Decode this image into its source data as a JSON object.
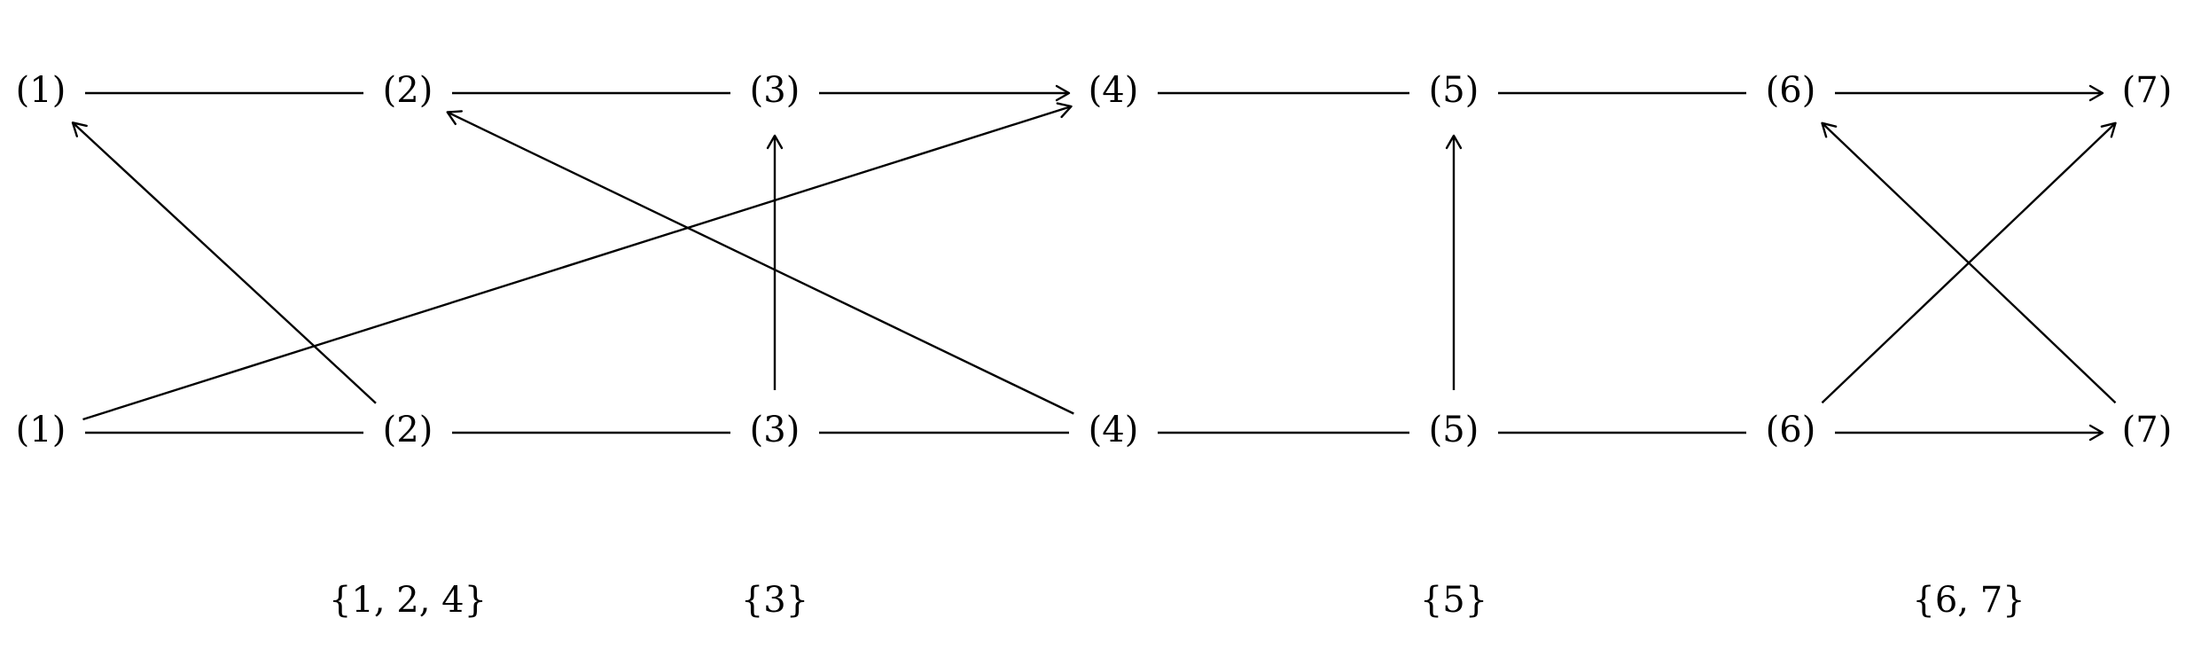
{
  "top_row": [
    {
      "label": "(1)"
    },
    {
      "label": "(2)"
    },
    {
      "label": "(3)"
    },
    {
      "label": "(4)"
    },
    {
      "label": "(5)"
    },
    {
      "label": "(6)"
    },
    {
      "label": "(7)"
    }
  ],
  "bottom_row": [
    {
      "label": "(1)"
    },
    {
      "label": "(2)"
    },
    {
      "label": "(3)"
    },
    {
      "label": "(4)"
    },
    {
      "label": "(5)"
    },
    {
      "label": "(6)"
    },
    {
      "label": "(7)"
    }
  ],
  "edges": [
    {
      "from": "top-1",
      "to": "top-2",
      "arrow": false
    },
    {
      "from": "top-2",
      "to": "top-3",
      "arrow": false
    },
    {
      "from": "top-3",
      "to": "top-4",
      "arrow": true
    },
    {
      "from": "top-4",
      "to": "top-5",
      "arrow": false
    },
    {
      "from": "top-5",
      "to": "top-6",
      "arrow": false
    },
    {
      "from": "top-6",
      "to": "top-7",
      "arrow": true
    },
    {
      "from": "bottom-1",
      "to": "bottom-2",
      "arrow": false
    },
    {
      "from": "bottom-2",
      "to": "bottom-3",
      "arrow": false
    },
    {
      "from": "bottom-3",
      "to": "bottom-4",
      "arrow": false
    },
    {
      "from": "bottom-4",
      "to": "bottom-5",
      "arrow": false
    },
    {
      "from": "bottom-5",
      "to": "bottom-6",
      "arrow": false
    },
    {
      "from": "bottom-6",
      "to": "bottom-7",
      "arrow": true
    },
    {
      "from": "bottom-2",
      "to": "top-1",
      "arrow": true
    },
    {
      "from": "bottom-1",
      "to": "top-4",
      "arrow": true
    },
    {
      "from": "bottom-3",
      "to": "top-3",
      "arrow": true
    },
    {
      "from": "bottom-4",
      "to": "top-2",
      "arrow": true
    },
    {
      "from": "bottom-5",
      "to": "top-5",
      "arrow": true
    },
    {
      "from": "bottom-6",
      "to": "top-7",
      "arrow": true
    },
    {
      "from": "bottom-7",
      "to": "top-6",
      "arrow": true
    }
  ],
  "set_labels": [
    {
      "text": "{1, 2, 4}",
      "under": 2
    },
    {
      "text": "{3}",
      "under": 3
    },
    {
      "text": "{5}",
      "under": 5
    },
    {
      "text": "{6, 7}",
      "under": 6.5
    }
  ]
}
